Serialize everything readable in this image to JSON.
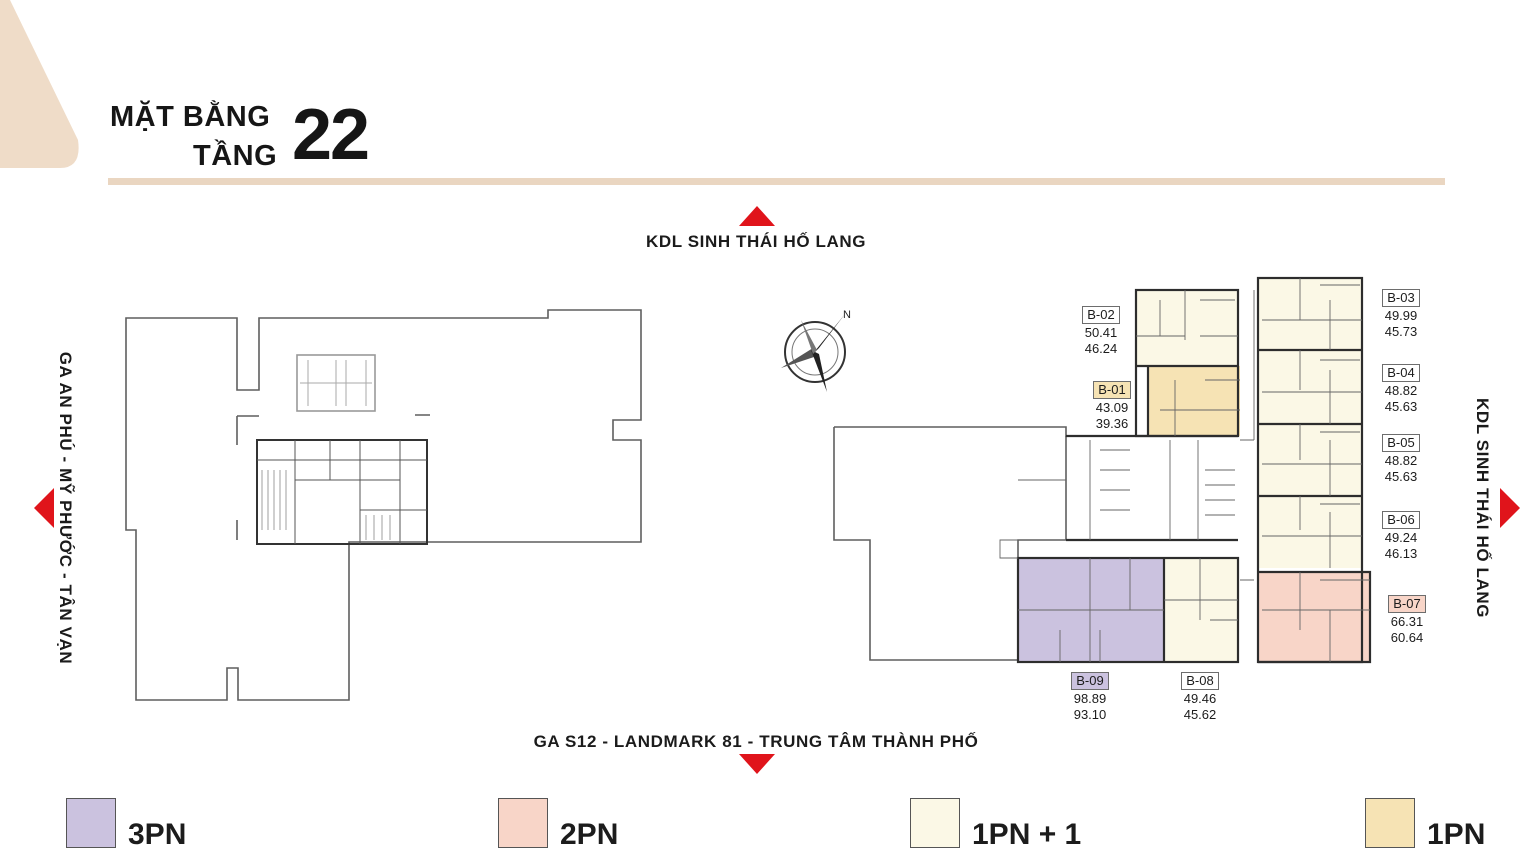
{
  "title": {
    "line1": "MẶT BẰNG",
    "line2": "TẦNG",
    "number": "22"
  },
  "directions": {
    "top": "KDL SINH THÁI HỐ LANG",
    "bottom": "GA S12 - LANDMARK 81 - TRUNG TÂM THÀNH PHỐ",
    "left": "GA AN PHÚ - MỸ PHƯỚC - TÂN VẠN",
    "right": "KDL SINH THÁI HỐ LANG"
  },
  "colors": {
    "accent_bar": "#ead6c1",
    "corner": "#efdcc8",
    "arrow": "#e0141b",
    "type_3pn": "#cbc2df",
    "type_2pn": "#f8d5c8",
    "type_1pn1": "#fbf8e6",
    "type_1pn": "#f6e3b4"
  },
  "units": [
    {
      "code": "B-01",
      "area1": "43.09",
      "area2": "39.36",
      "type": "1PN"
    },
    {
      "code": "B-02",
      "area1": "50.41",
      "area2": "46.24",
      "type": "1PN + 1"
    },
    {
      "code": "B-03",
      "area1": "49.99",
      "area2": "45.73",
      "type": "1PN + 1"
    },
    {
      "code": "B-04",
      "area1": "48.82",
      "area2": "45.63",
      "type": "1PN + 1"
    },
    {
      "code": "B-05",
      "area1": "48.82",
      "area2": "45.63",
      "type": "1PN + 1"
    },
    {
      "code": "B-06",
      "area1": "49.24",
      "area2": "46.13",
      "type": "1PN + 1"
    },
    {
      "code": "B-07",
      "area1": "66.31",
      "area2": "60.64",
      "type": "2PN"
    },
    {
      "code": "B-08",
      "area1": "49.46",
      "area2": "45.62",
      "type": "1PN + 1"
    },
    {
      "code": "B-09",
      "area1": "98.89",
      "area2": "93.10",
      "type": "3PN"
    }
  ],
  "legend": [
    {
      "label": "3PN",
      "color": "#cbc2df"
    },
    {
      "label": "2PN",
      "color": "#f8d5c8"
    },
    {
      "label": "1PN + 1",
      "color": "#fbf8e6"
    },
    {
      "label": "1PN",
      "color": "#f6e3b4"
    }
  ]
}
